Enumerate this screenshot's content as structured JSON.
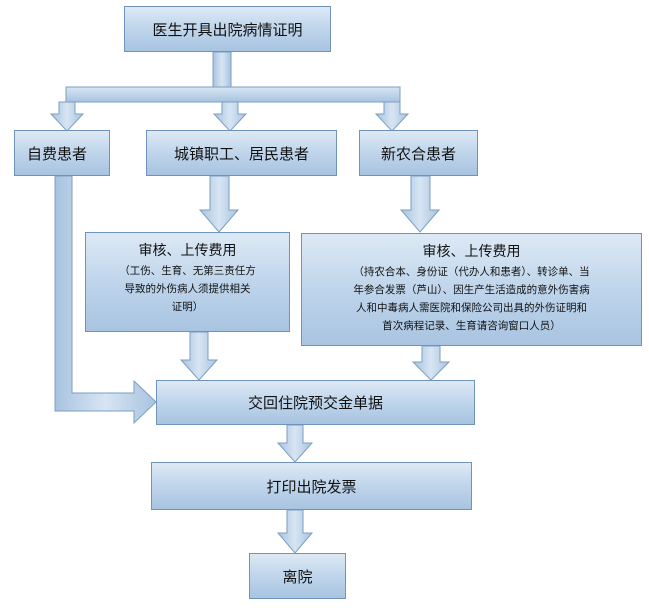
{
  "nodes": {
    "start": "医生开具出院病情证明",
    "self_pay": "自费患者",
    "urban": "城镇职工、居民患者",
    "rural": "新农合患者",
    "review_urban": {
      "title": "审核、上传费用",
      "note_lines": [
        "（工伤、生育、无第三责任方",
        "导致的外伤病人须提供相关",
        "证明）"
      ]
    },
    "review_rural": {
      "title": "审核、上传费用",
      "note_lines": [
        "（持农合本、身份证（代办人和患者）、转诊单、当",
        "年参合发票（芦山）、因生产生活造成的意外伤害病",
        "人和中毒病人需医院和保险公司出具的外伤证明和",
        "首次病程记录、生育请咨询窗口人员）"
      ]
    },
    "return_receipt": "交回住院预交金单据",
    "print_invoice": "打印出院发票",
    "discharge": "离院"
  }
}
